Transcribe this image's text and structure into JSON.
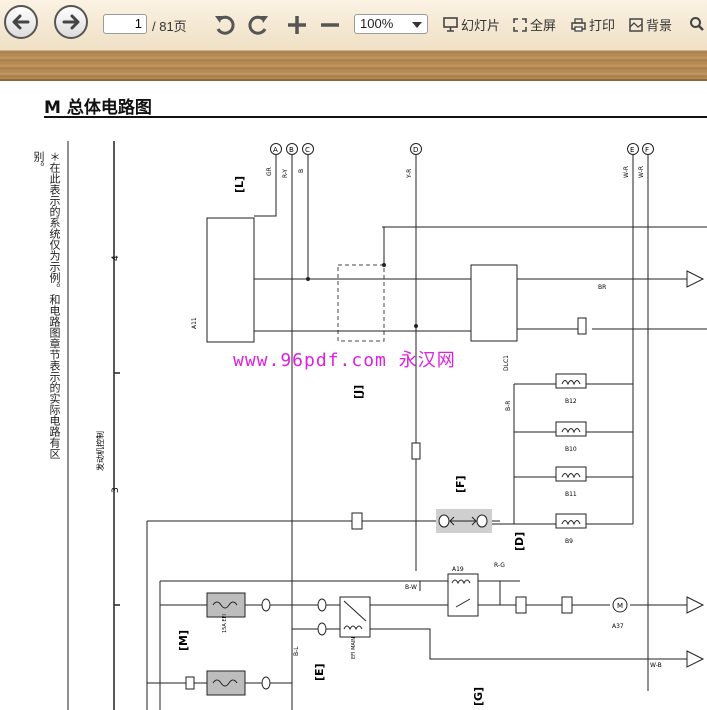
{
  "toolbar": {
    "page_current": "1",
    "page_total": "/ 81页",
    "zoom_value": "100%",
    "slideshow_label": "幻灯片",
    "fullscreen_label": "全屏",
    "print_label": "打印",
    "background_label": "背景"
  },
  "document": {
    "title": "M  总体电路图",
    "note": "＊在此表示的系统仅为示例。和电路图章节表示的实际电路有区别。",
    "watermark": "www.96pdf.com 永汉网",
    "engine_label": "发动机控制",
    "connectors_top": [
      "A",
      "B",
      "C",
      "D",
      "E",
      "F"
    ],
    "callouts": [
      "[L]",
      "[J]",
      "[F]",
      "[D]",
      "[M]",
      "[E]",
      "[G]"
    ],
    "row_markers": [
      "4",
      "3"
    ],
    "wire_colors": [
      "GR",
      "R-Y",
      "B",
      "Y-R",
      "W-R",
      "W-R",
      "BR",
      "B-R",
      "R-G",
      "W-B",
      "B-L",
      "B-W"
    ],
    "components": {
      "a11": "A11",
      "dlc": "DLC1",
      "efi_main": "EFI MAIN",
      "fuse_efi": "15A EFI",
      "a19": "A19",
      "a37": "A37",
      "b9": "B9",
      "b10": "B10",
      "b11": "B11",
      "b12": "B12"
    }
  },
  "colors": {
    "toolbar_bg": "#f5ead6",
    "wood": "#b58a55",
    "watermark": "#e020e0",
    "line": "#222222"
  }
}
